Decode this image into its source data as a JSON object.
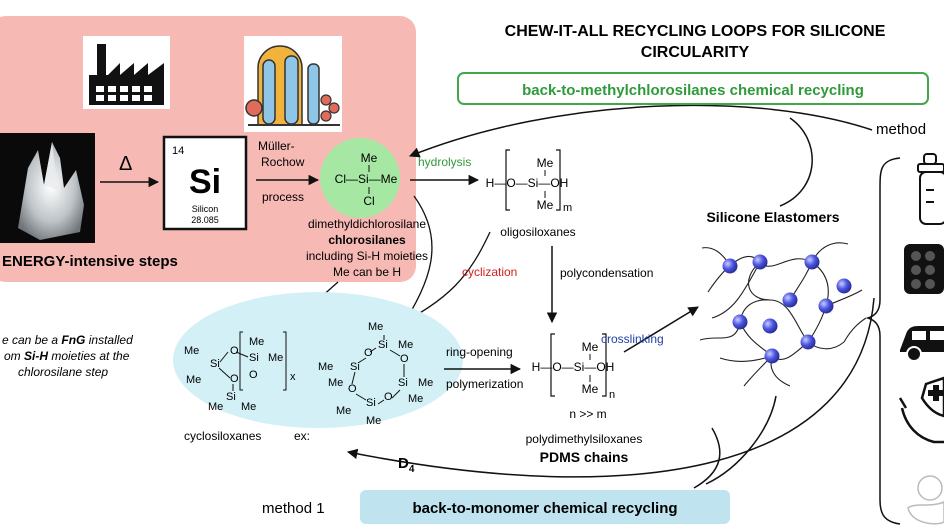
{
  "title": {
    "line1": "CHEW-IT-ALL RECYCLING LOOPS FOR SILICONE",
    "line2": "CIRCULARITY"
  },
  "colors": {
    "energy_panel": "#f7b9b4",
    "method_box_green": "#43a64a",
    "method_box_blue": "#bfe4ef",
    "cyclo_bubble": "#d2f0f6",
    "chlorosilane_circle": "#a6e8a3",
    "hydrolysis_text": "#2e9a3a",
    "cyclization_text": "#d02020",
    "crosslinking_text": "#1f3fa6",
    "network_node": "#4b55e0"
  },
  "energy_panel": {
    "delta": "Δ",
    "steps_label": "ENERGY-intensive steps",
    "element": {
      "number": "14",
      "symbol": "Si",
      "name": "Silicon",
      "mass": "28.085"
    },
    "icons": [
      "quartz-crystal-photo",
      "factory-icon",
      "refinery-icon"
    ]
  },
  "process": {
    "muller_line1": "Müller-",
    "muller_line2": "Rochow",
    "muller_line3": "process"
  },
  "chlorosilane": {
    "me_top": "Me",
    "row": "Cl—Si—Me",
    "cl_bottom": "Cl",
    "name": "dimethyldichlorosilane",
    "bold": "chlorosilanes",
    "line3": "including Si-H moieties",
    "line4": "Me can be H"
  },
  "oligo": {
    "hydrolysis": "hydrolysis",
    "me_top": "Me",
    "row": "H—O—Si—OH",
    "me_bottom": "Me",
    "sub": "m",
    "label": "oligosiloxanes"
  },
  "reactions": {
    "cyclization": "cyclization",
    "polycondensation": "polycondensation",
    "crosslinking": "crosslinking",
    "ring_opening_line1": "ring-opening",
    "ring_opening_line2": "polymerization"
  },
  "pdms": {
    "me_top": "Me",
    "row": "H—O—Si—OH",
    "me_bottom": "Me",
    "sub": "n",
    "n_rel": "n >> m",
    "label": "polydimethylsiloxanes",
    "bold": "PDMS chains"
  },
  "cyclics": {
    "label": "cyclosiloxanes",
    "ex": "ex:",
    "d4": "D",
    "d4_sub": "4",
    "sub_x": "x",
    "me": "Me",
    "si": "Si",
    "o": "O"
  },
  "note": {
    "line1_a": "e can be a ",
    "line1_b": "FnG",
    "line1_c": " installed",
    "line2_a": "om ",
    "line2_b": "Si-H",
    "line2_c": " moieties at the",
    "line3": "chlorosilane step"
  },
  "elastomers": {
    "title": "Silicone Elastomers"
  },
  "methods": {
    "method2_prefix": "method",
    "method2_label": "back-to-methylchlorosilanes chemical recycling",
    "method1_prefix": "method 1",
    "method1_label": "back-to-monomer chemical recycling"
  },
  "applications": [
    "baby-bottle-icon",
    "keyboard-icon",
    "car-icon",
    "healthcare-hands-icon",
    "rubber-duck-icon"
  ]
}
